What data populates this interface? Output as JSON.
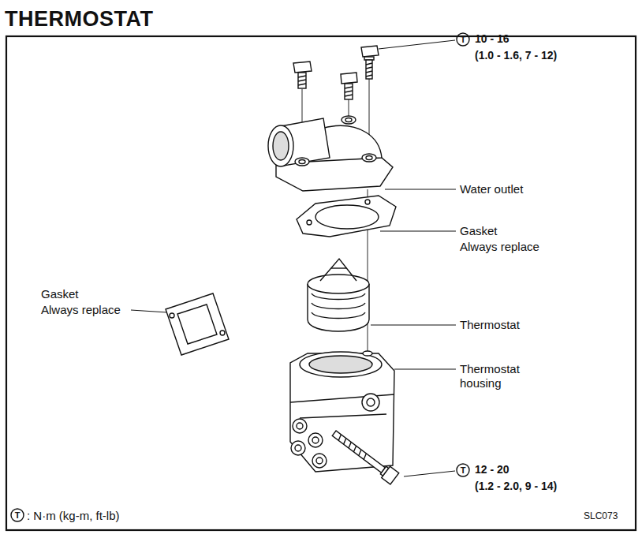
{
  "diagram": {
    "title": "THERMOSTAT",
    "labels": [
      "T",
      "10 - 16",
      "(1.0 - 1.6, 7 - 12)",
      "Water outlet",
      "Gasket",
      "Always replace",
      "Thermostat",
      "Gasket",
      "Always replace",
      "Thermostat housing",
      "T",
      "12 - 20",
      "(1.2 - 2.0, 9 - 14)",
      "T",
      ": N·m (kg-m, ft-lb)",
      "SLC073"
    ]
  }
}
